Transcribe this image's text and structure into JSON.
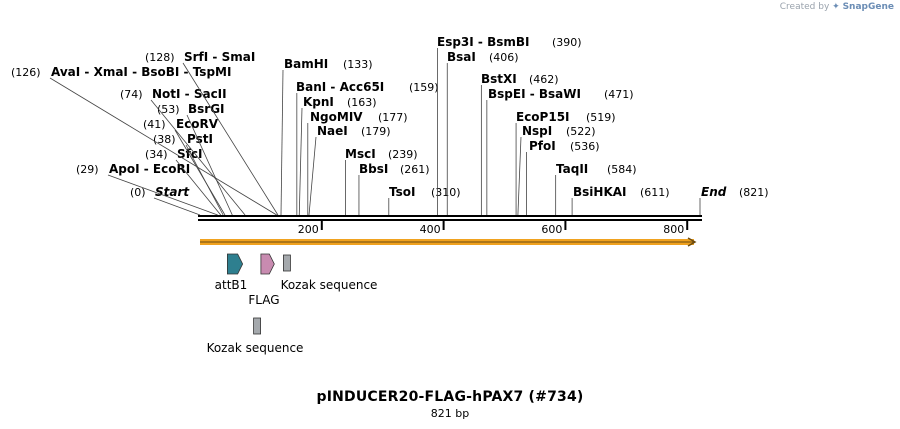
{
  "watermark": {
    "prefix": "Created by",
    "brand": "SnapGene"
  },
  "plasmid": {
    "name": "pINDUCER20-FLAG-hPAX7 (#734)",
    "length_label": "821 bp",
    "length": 821
  },
  "ruler": {
    "ticks": [
      200,
      400,
      600,
      800
    ]
  },
  "sites": [
    {
      "name": "Start",
      "pos": "(0)",
      "bp": 0,
      "italic": true
    },
    {
      "name": "ApoI  - EcoRI",
      "pos": "(29)",
      "bp": 29
    },
    {
      "name": "SfcI",
      "pos": "(34)",
      "bp": 34
    },
    {
      "name": "PstI",
      "pos": "(38)",
      "bp": 38
    },
    {
      "name": "EcoRV",
      "pos": "(41)",
      "bp": 41
    },
    {
      "name": "BsrGI",
      "pos": "(53)",
      "bp": 53
    },
    {
      "name": "NotI  - SacII",
      "pos": "(74)",
      "bp": 74
    },
    {
      "name": "AvaI  - XmaI  - BsoBI  - TspMI",
      "pos": "(126)",
      "bp": 126
    },
    {
      "name": "SrfI  - SmaI",
      "pos": "(128)",
      "bp": 128
    },
    {
      "name": "BamHI",
      "pos": "(133)",
      "bp": 133
    },
    {
      "name": "BanI  - Acc65I",
      "pos": "(159)",
      "bp": 159
    },
    {
      "name": "KpnI",
      "pos": "(163)",
      "bp": 163
    },
    {
      "name": "NgoMIV",
      "pos": "(177)",
      "bp": 177
    },
    {
      "name": "NaeI",
      "pos": "(179)",
      "bp": 179
    },
    {
      "name": "MscI",
      "pos": "(239)",
      "bp": 239
    },
    {
      "name": "BbsI",
      "pos": "(261)",
      "bp": 261
    },
    {
      "name": "TsoI",
      "pos": "(310)",
      "bp": 310
    },
    {
      "name": "Esp3I  - BsmBI",
      "pos": "(390)",
      "bp": 390
    },
    {
      "name": "BsaI",
      "pos": "(406)",
      "bp": 406
    },
    {
      "name": "BstXI",
      "pos": "(462)",
      "bp": 462
    },
    {
      "name": "BspEI  - BsaWI",
      "pos": "(471)",
      "bp": 471
    },
    {
      "name": "EcoP15I",
      "pos": "(519)",
      "bp": 519
    },
    {
      "name": "NspI",
      "pos": "(522)",
      "bp": 522
    },
    {
      "name": "PfoI",
      "pos": "(536)",
      "bp": 536
    },
    {
      "name": "TaqII",
      "pos": "(584)",
      "bp": 584
    },
    {
      "name": "BsiHKAI",
      "pos": "(611)",
      "bp": 611
    },
    {
      "name": "End",
      "pos": "(821)",
      "bp": 821,
      "italic": true
    }
  ],
  "features": [
    {
      "label": "attB1",
      "start": 45,
      "end": 70,
      "kind": "arrow",
      "color": "#2e7f8f"
    },
    {
      "label": "FLAG",
      "start": 100,
      "end": 122,
      "kind": "arrow",
      "color": "#c88bb0"
    },
    {
      "label": "Kozak sequence",
      "start": 137,
      "end": 148,
      "kind": "box",
      "color": "#a5a9ad"
    },
    {
      "label": "Kozak sequence",
      "start": 88,
      "end": 98,
      "kind": "box",
      "color": "#a5a9ad"
    }
  ],
  "orf_color": "#f0a21f"
}
